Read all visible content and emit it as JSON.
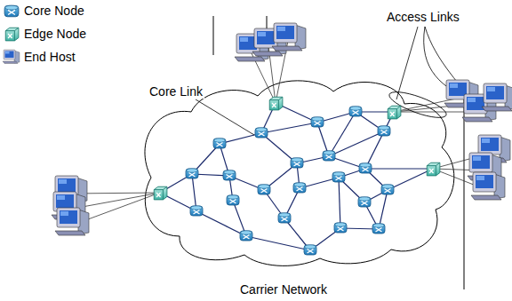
{
  "diagram": {
    "labels": [
      "Access Links",
      "Core Link",
      "Carrier Network"
    ],
    "legend": [
      {
        "text": "Core Node"
      },
      {
        "text": "Edge Node"
      },
      {
        "text": "End Host"
      }
    ]
  }
}
